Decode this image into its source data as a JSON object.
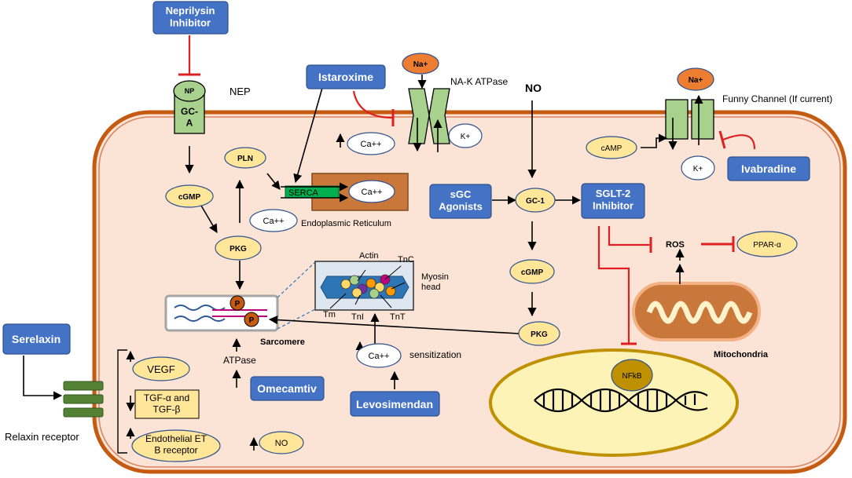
{
  "boxes": {
    "neprilysin": "Neprilysin\nInhibitor",
    "istaroxime": "Istaroxime",
    "sgc_agonists": "sGC\nAgonists",
    "sglt2": "SGLT-2\nInhibitor",
    "ivabradine": "Ivabradine",
    "serelaxin": "Serelaxin",
    "omecamtiv": "Omecamtiv",
    "levosimendan": "Levosimendan"
  },
  "labels": {
    "nep": "NEP",
    "np": "NP",
    "gca": "GC-\nA",
    "na_k_atpase": "NA-K ATPase",
    "no_top": "NO",
    "funny_channel": "Funny Channel (If current)",
    "endoplasmic_reticulum": "Endoplasmic Reticulum",
    "serca": "SERCA",
    "actin": "Actin",
    "tnc": "TnC",
    "myosin_head": "Myosin\nhead",
    "tm": "Tm",
    "tni": "TnI",
    "tnt": "TnT",
    "sarcomere": "Sarcomere",
    "atpase": "ATPase",
    "sensitization": "sensitization",
    "ros": "ROS",
    "mitochondria": "Mitochondria",
    "relaxin_receptor": "Relaxin receptor",
    "p": "P"
  },
  "ovals": {
    "na_left": "Na+",
    "k_left": "K+",
    "ca_top": "Ca++",
    "ca_er": "Ca++",
    "ca_free": "Ca++",
    "ca_lower": "Ca++",
    "pln": "PLN",
    "cgmp_left": "cGMP",
    "pkg_left": "PKG",
    "gc1": "GC-1",
    "cgmp_mid": "cGMP",
    "pkg_mid": "PKG",
    "camp": "cAMP",
    "na_right": "Na+",
    "k_right": "K+",
    "ppar": "PPAR-α",
    "vegf": "VEGF",
    "endothelial": "Endothelial ET\nB receptor",
    "no_bottom": "NO",
    "nfkb": "NFkB"
  },
  "rects": {
    "tgf": "TGF-α and\nTGF-β"
  },
  "colors": {
    "box_blue": "#4472c4",
    "cell_fill": "#fbe3d6",
    "cell_border": "#c55a11",
    "oval_yellow": "#ffe699",
    "oval_orange": "#ed7d31",
    "channel_green": "#a9d18e",
    "er_brown": "#c9773a",
    "serca_green": "#00b050",
    "inhibit_red": "#e02020",
    "nucleus_fill": "#fef3b6",
    "nucleus_border": "#bf9000",
    "receptor_green": "#548235"
  }
}
